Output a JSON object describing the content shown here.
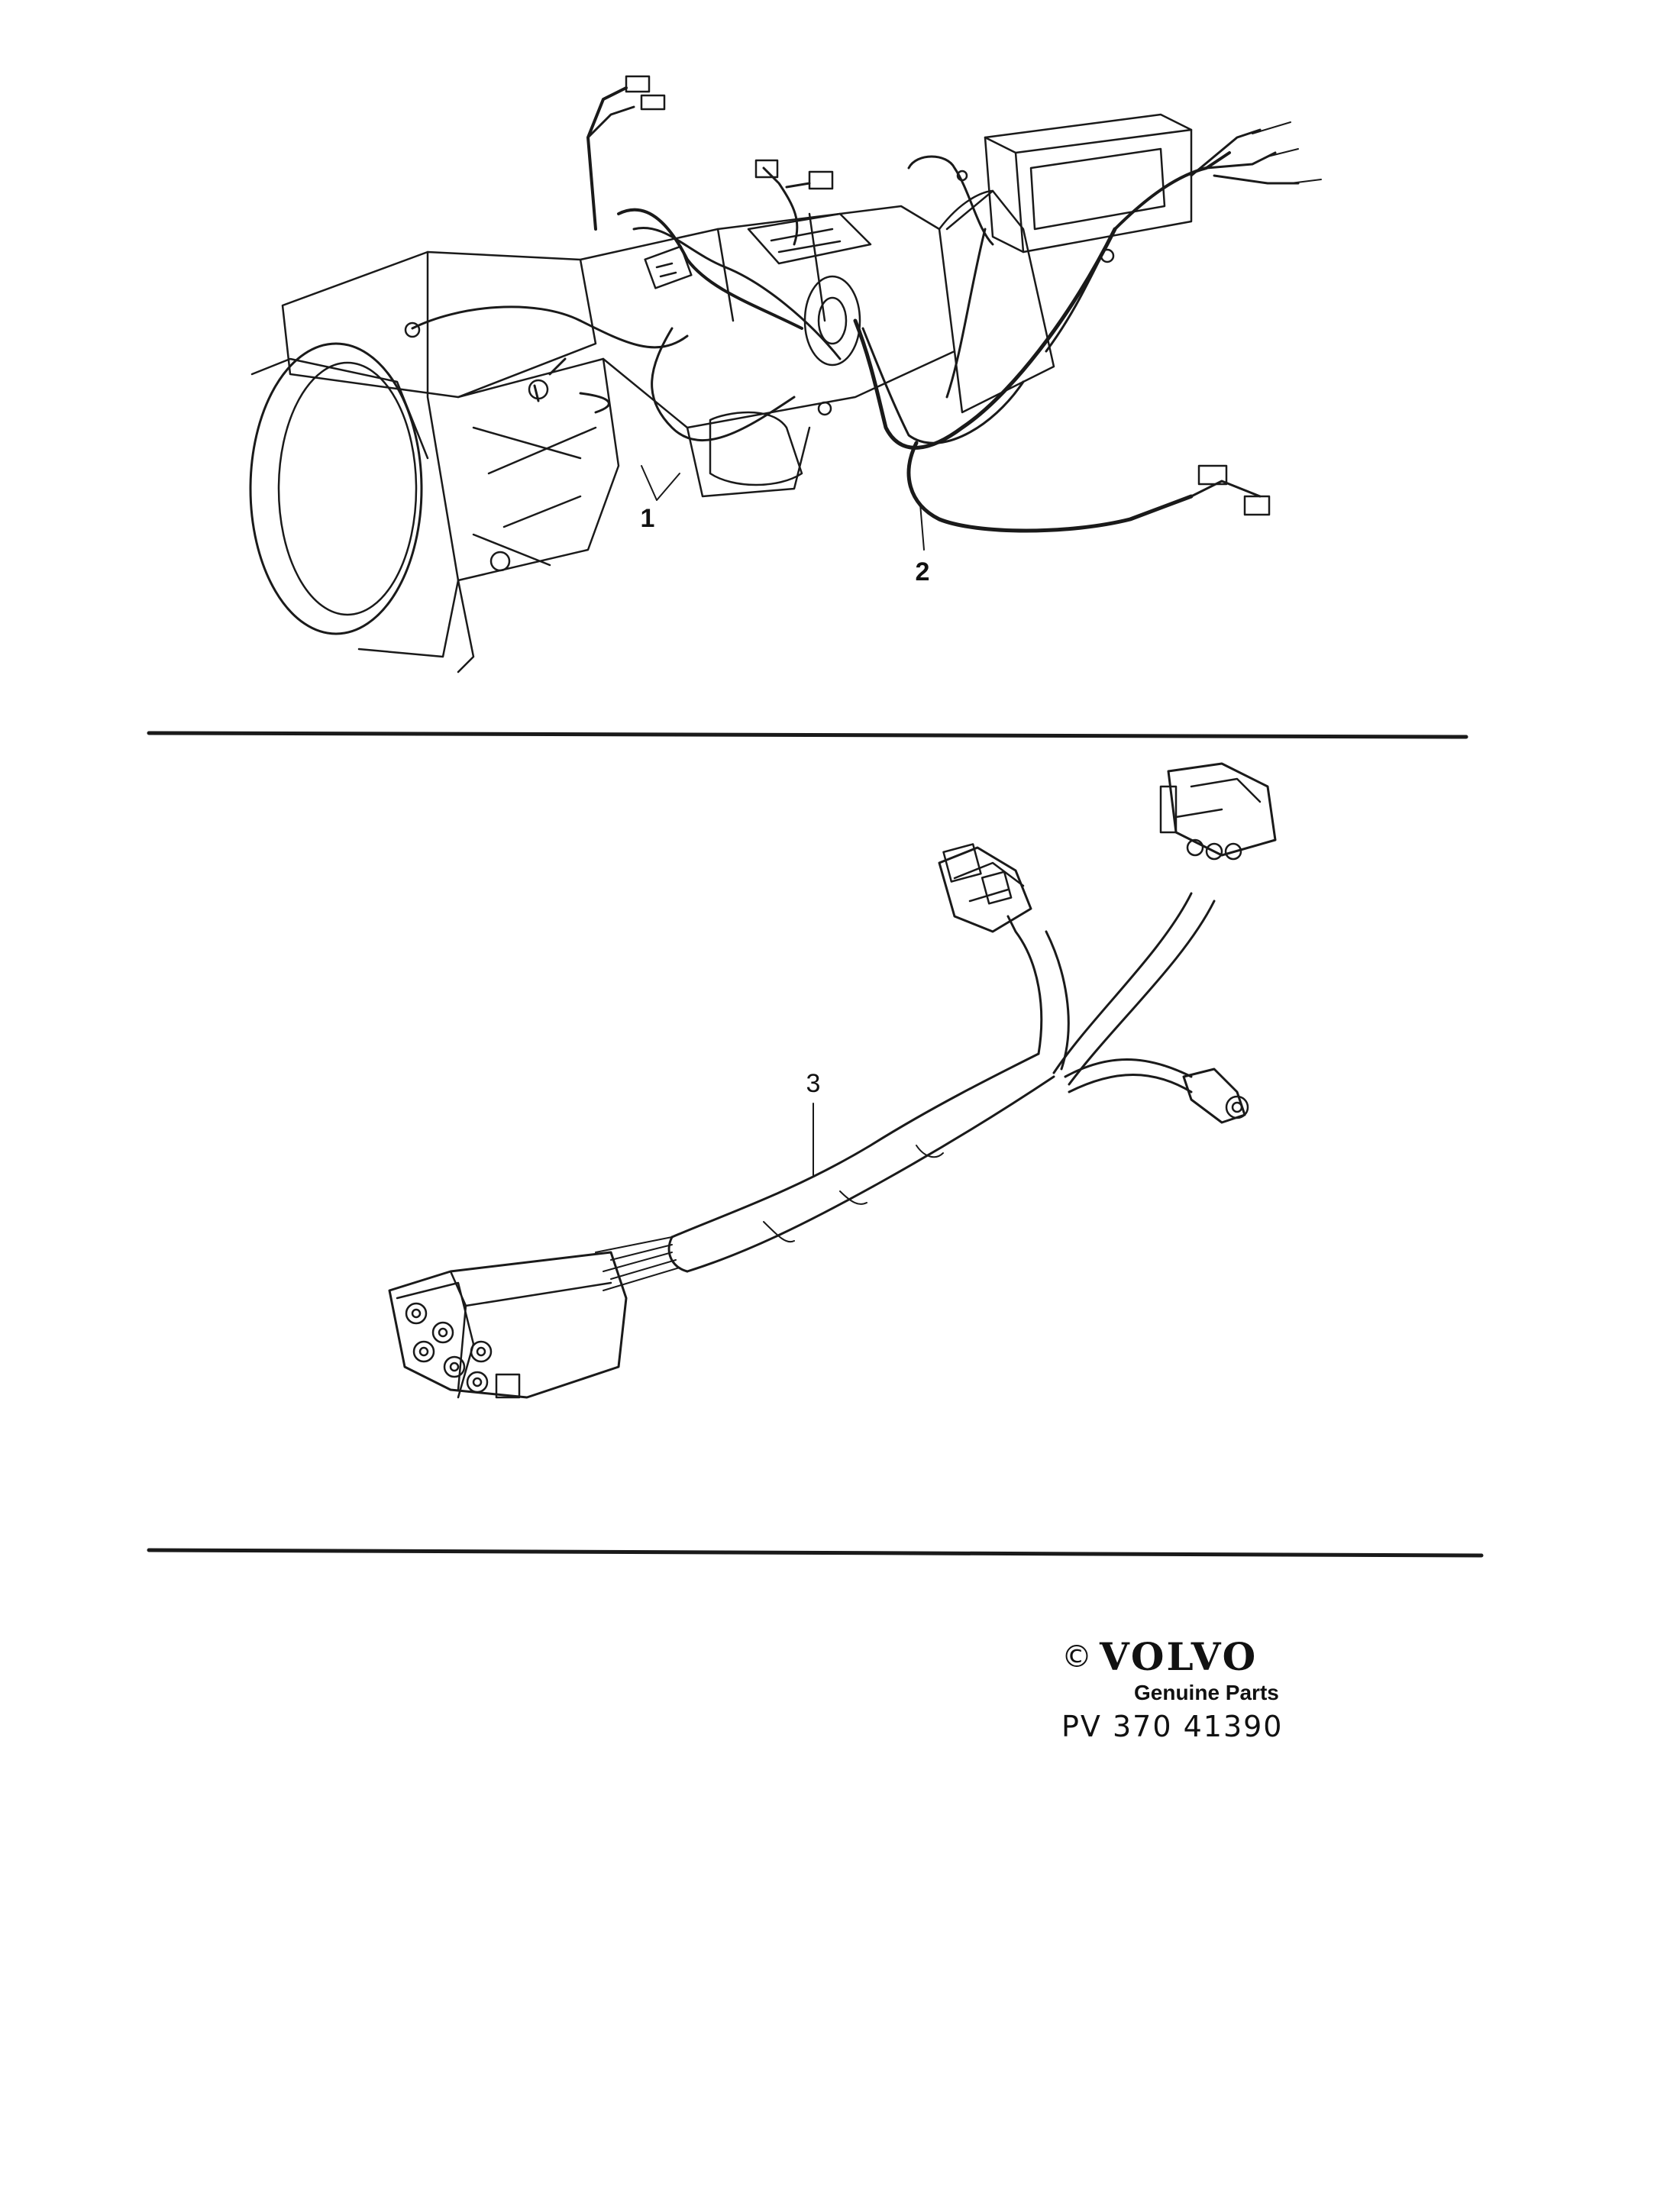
{
  "callouts": {
    "item1": "1",
    "item2": "2",
    "item3": "3"
  },
  "footer": {
    "copyright_symbol": "©",
    "brand": "VOLVO",
    "subtitle": "Genuine Parts",
    "part_number": "PV 370 41390"
  },
  "colors": {
    "line": "#1a1a1a",
    "background": "#ffffff"
  }
}
